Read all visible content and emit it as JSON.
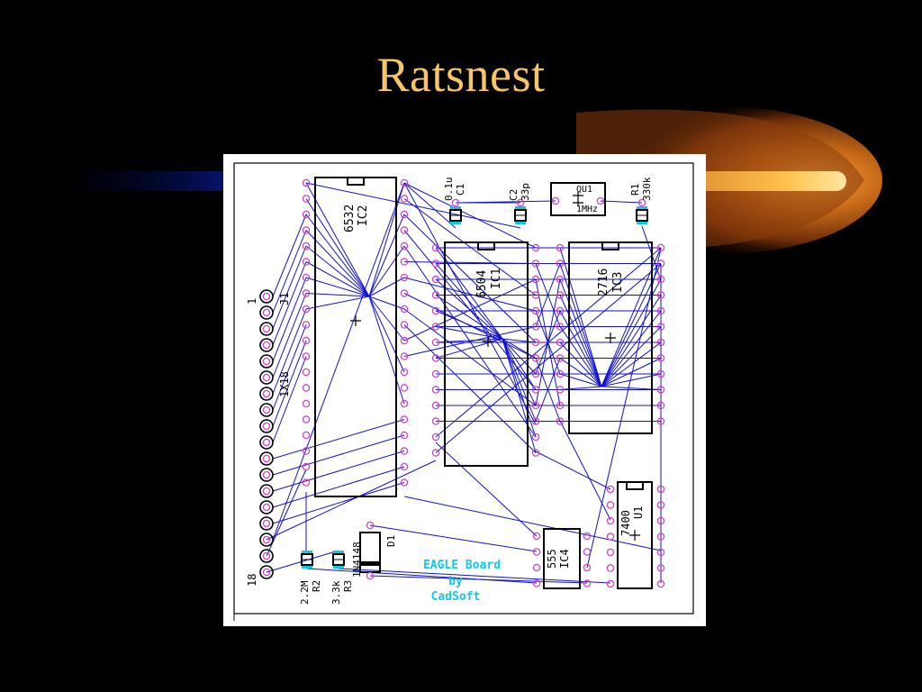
{
  "slide": {
    "title": "Ratsnest"
  },
  "colors": {
    "background": "#000000",
    "title": "#f8c46a",
    "board": "#ffffff",
    "airwire": "#1010d0",
    "pad": "#d040d0",
    "outline": "#000000",
    "smd": "#10c8e0",
    "board_label": "#11c8f0"
  },
  "board": {
    "ic2": {
      "type": "6532",
      "ref": "IC2"
    },
    "ic1": {
      "type": "6504",
      "ref": "IC1"
    },
    "ic3": {
      "type": "2716",
      "ref": "IC3"
    },
    "ic4": {
      "type": "555",
      "ref": "IC4"
    },
    "u1": {
      "type": "7400",
      "ref": "U1"
    },
    "j1": {
      "ref": "J1",
      "value": "1X18",
      "first_pin": "1",
      "last_pin": "18"
    },
    "c1": {
      "value": "0.1u",
      "ref": "C1"
    },
    "c2": {
      "ref": "C2",
      "value": "33p"
    },
    "r1": {
      "ref": "R1",
      "value": "330k"
    },
    "qu1": {
      "ref": "QU1",
      "value": "1MHz"
    },
    "r2": {
      "value": "2.2M",
      "ref": "R2"
    },
    "r3": {
      "value": "3.3k",
      "ref": "R3"
    },
    "d1": {
      "value": "1N4148",
      "ref": "D1"
    },
    "label": {
      "line1": "EAGLE Board",
      "line2": "by",
      "line3": "CadSoft"
    }
  }
}
